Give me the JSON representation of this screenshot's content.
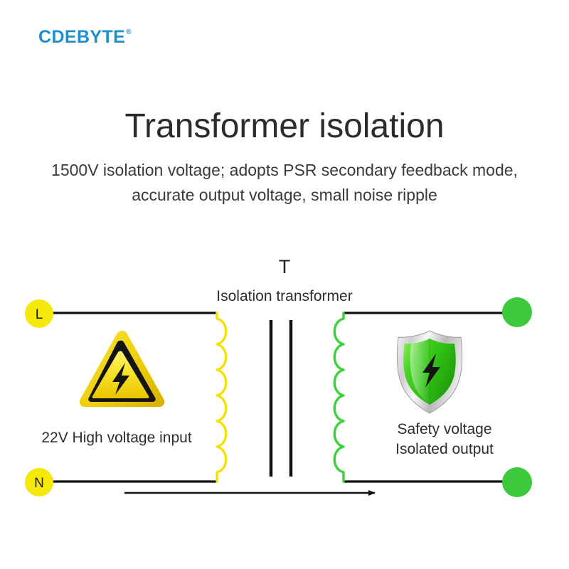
{
  "brand": {
    "name": "CDEBYTE",
    "registered_mark": "®",
    "color": "#1f8ecd"
  },
  "header": {
    "title": "Transformer isolation",
    "subtitle_line1": "1500V isolation voltage; adopts PSR secondary feedback mode,",
    "subtitle_line2": "accurate output voltage, small noise ripple"
  },
  "diagram": {
    "transformer_symbol": "T",
    "transformer_caption": "Isolation transformer",
    "input": {
      "terminal_live_label": "L",
      "terminal_neutral_label": "N",
      "caption": "22V High voltage input",
      "terminal_color": "#f5e80b",
      "coil_color": "#f2e200",
      "hazard_icon": "high-voltage-warning-icon"
    },
    "output": {
      "terminal_top_label": "",
      "terminal_bottom_label": "",
      "caption_line1": "Safety voltage",
      "caption_line2": "Isolated output",
      "terminal_color": "#3cc93c",
      "coil_color": "#3ad13a",
      "shield_icon": "safety-shield-icon"
    },
    "core_color": "#111111",
    "wire_color": "#111111",
    "flow_arrow": "current-flow-arrow"
  }
}
